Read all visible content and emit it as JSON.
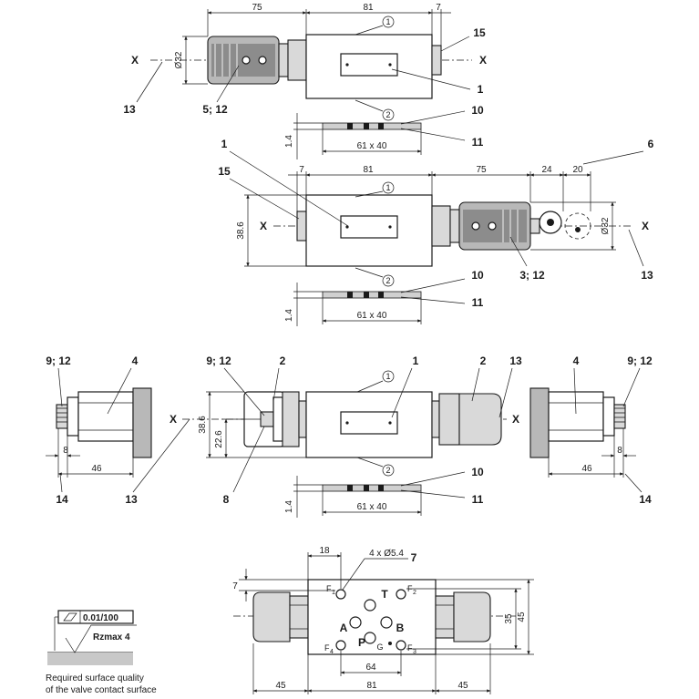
{
  "view1": {
    "dims": {
      "d75": "75",
      "d81": "81",
      "d7": "7",
      "d32": "Ø32",
      "d14": "1.4",
      "d61x40": "61 x 40"
    },
    "labels": {
      "x_left": "X",
      "x_right": "X",
      "l15": "15",
      "l1": "1",
      "l13": "13",
      "l5_12": "5; 12",
      "l10": "10",
      "l11": "11",
      "c1": "1",
      "c2": "2"
    }
  },
  "view2": {
    "dims": {
      "d7": "7",
      "d81": "81",
      "d75": "75",
      "d24": "24",
      "d20": "20",
      "d386": "38.6",
      "d32": "Ø32",
      "d14": "1.4",
      "d61x40": "61 x 40"
    },
    "labels": {
      "x_left": "X",
      "x_right": "X",
      "l1": "1",
      "l15": "15",
      "l6": "6",
      "l13": "13",
      "l3_12": "3; 12",
      "l10": "10",
      "l11": "11",
      "c1": "1",
      "c2": "2"
    }
  },
  "view3": {
    "dims": {
      "d8a": "8",
      "d46a": "46",
      "d386": "38.6",
      "d226": "22.6",
      "d8b": "8",
      "d46b": "46",
      "d14": "1.4",
      "d61x40": "61 x 40"
    },
    "labels": {
      "l9_12a": "9; 12",
      "l4a": "4",
      "x_a": "X",
      "l9_12b": "9; 12",
      "l2a": "2",
      "l1": "1",
      "l2b": "2",
      "l13a": "13",
      "x_b": "X",
      "l4b": "4",
      "l9_12c": "9; 12",
      "l14a": "14",
      "l13b": "13",
      "l8": "8",
      "l10": "10",
      "l11": "11",
      "l14b": "14",
      "c1": "1",
      "c2": "2"
    }
  },
  "view4": {
    "dims": {
      "d18": "18",
      "d4x54": "4 x Ø5.4",
      "d7": "7",
      "d35": "35",
      "d45v": "45",
      "d64": "64",
      "d45l": "45",
      "d81": "81",
      "d45r": "45"
    },
    "labels": {
      "l7": "7",
      "T": "T",
      "A": "A",
      "B": "B",
      "P": "P",
      "G": "G",
      "F1": "F",
      "F2": "F",
      "F3": "F",
      "F4": "F",
      "s1": "1",
      "s2": "2",
      "s3": "3",
      "s4": "4"
    }
  },
  "surface": {
    "flatness": "0.01/100",
    "roughness": "Rzmax 4",
    "caption_line1": "Required surface quality",
    "caption_line2": "of the valve contact surface"
  }
}
